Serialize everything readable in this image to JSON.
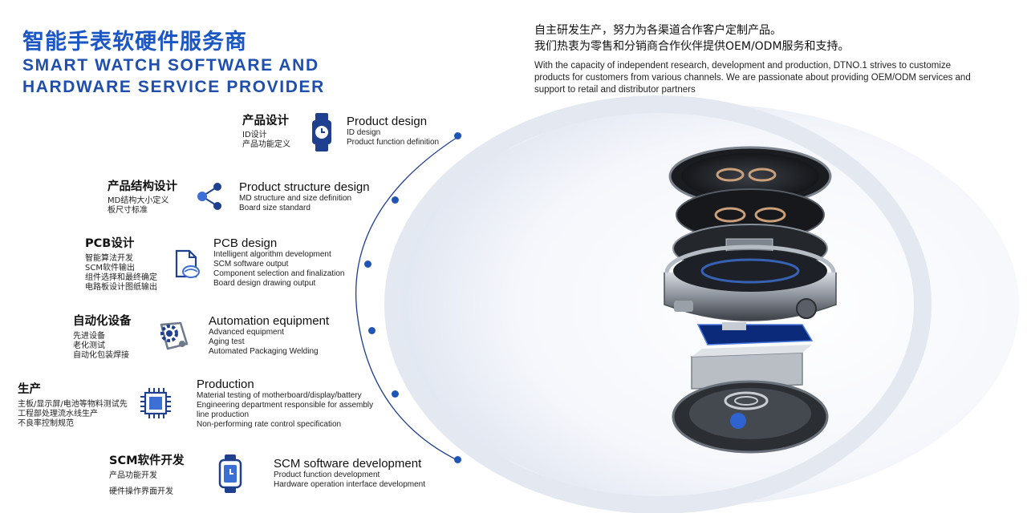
{
  "title": {
    "cn": "智能手表软硬件服务商",
    "en_line1": "SMART WATCH SOFTWARE AND",
    "en_line2": "HARDWARE SERVICE PROVIDER"
  },
  "intro": {
    "cn_line1": "自主研发生产，努力为各渠道合作客户定制产品。",
    "cn_line2": "我们热衷为零售和分销商合作伙伴提供OEM/ODM服务和支持。",
    "en_line1": "With the capacity of independent research, development and production, DTNO.1 strives to customize",
    "en_line2": "products for customers from various channels. We are passionate about providing OEM/ODM services and",
    "en_line3": "support to retail and distributor partners"
  },
  "items": [
    {
      "cn_title": "产品设计",
      "cn_subs": [
        "ID设计",
        "产品功能定义"
      ],
      "en_title": "Product design",
      "en_subs": [
        "ID design",
        "Product function definition"
      ],
      "icon": "watch-clock-icon"
    },
    {
      "cn_title": "产品结构设计",
      "cn_subs": [
        "MD结构大小定义",
        "板尺寸标准"
      ],
      "en_title": "Product structure design",
      "en_subs": [
        "MD structure and size definition",
        "Board size standard"
      ],
      "icon": "share-nodes-icon"
    },
    {
      "cn_title": "PCB设计",
      "cn_subs": [
        "智能算法开发",
        "SCM软件输出",
        "组件选择和最终确定",
        "电路板设计图纸输出"
      ],
      "en_title": "PCB design",
      "en_subs": [
        "Intelligent algorithm development",
        "SCM software output",
        "Component selection and finalization",
        "Board design drawing output"
      ],
      "icon": "document-icon"
    },
    {
      "cn_title": "自动化设备",
      "cn_subs": [
        "先进设备",
        "老化测试",
        "自动化包装焊接"
      ],
      "en_title": "Automation equipment",
      "en_subs": [
        "Advanced equipment",
        "Aging test",
        "Automated Packaging Welding"
      ],
      "icon": "gear-icon"
    },
    {
      "cn_title": "生产",
      "cn_subs": [
        "主板/显示屏/电池等物料测试先",
        "工程部处理流水线生产",
        "不良率控制规范"
      ],
      "en_title": "Production",
      "en_subs": [
        "Material testing of motherboard/display/battery",
        "Engineering department responsible for assembly",
        "line production",
        "Non-performing rate control specification"
      ],
      "icon": "chip-icon"
    },
    {
      "cn_title": "SCM软件开发",
      "cn_subs": [
        "产品功能开发",
        "硬件操作界面开发"
      ],
      "en_title": "SCM software development",
      "en_subs": [
        "Product function development",
        "Hardware operation interface development"
      ],
      "icon": "smartwatch-icon"
    }
  ],
  "colors": {
    "primary": "#1a56c4",
    "dark_blue": "#1f3f8f",
    "accent_gray": "#6d7a8c"
  }
}
